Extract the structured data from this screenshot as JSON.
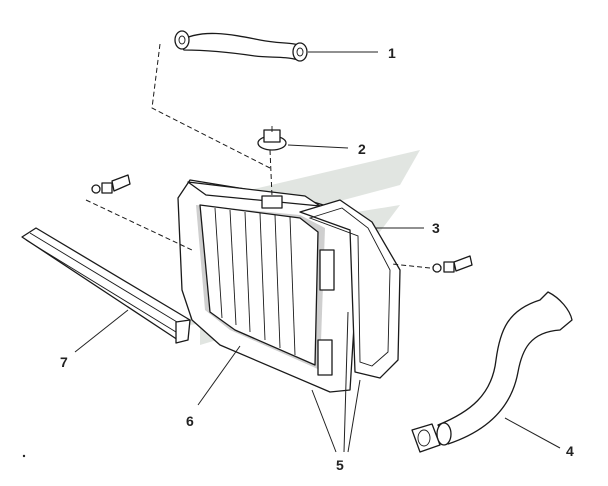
{
  "callouts": [
    {
      "id": "1",
      "label": "1"
    },
    {
      "id": "2",
      "label": "2"
    },
    {
      "id": "3",
      "label": "3"
    },
    {
      "id": "4",
      "label": "4"
    },
    {
      "id": "5",
      "label": "5"
    },
    {
      "id": "6",
      "label": "6"
    },
    {
      "id": "7",
      "label": "7"
    }
  ],
  "colors": {
    "line": "#1a1a1a",
    "watermark": "#c9cfc9",
    "background": "#ffffff"
  }
}
